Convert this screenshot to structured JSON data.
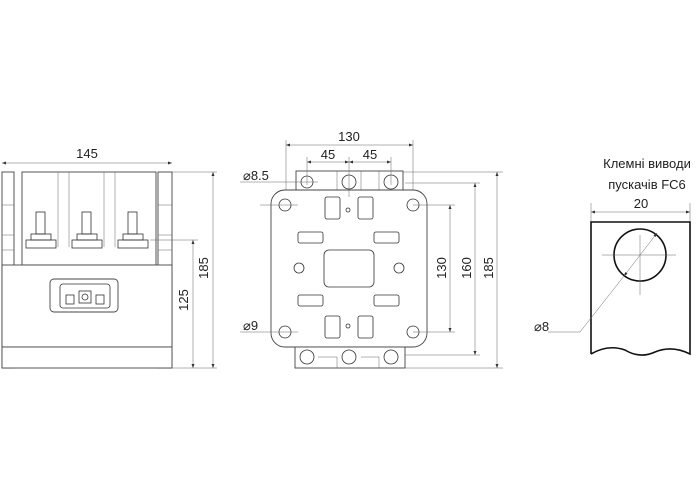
{
  "front_view": {
    "width_dim": "145",
    "height_dim": "185",
    "mount_dim": "125"
  },
  "top_view": {
    "width_dim": "130",
    "pitch_left": "45",
    "pitch_right": "45",
    "hole_top": "⌀8.5",
    "hole_bottom": "⌀9",
    "v_dim_inner": "130",
    "v_dim_mid": "160",
    "v_dim_outer": "185"
  },
  "terminal_detail": {
    "title_line1": "Клемні виводи",
    "title_line2": "пускачів FC6",
    "width_dim": "20",
    "hole_dim": "⌀8"
  }
}
